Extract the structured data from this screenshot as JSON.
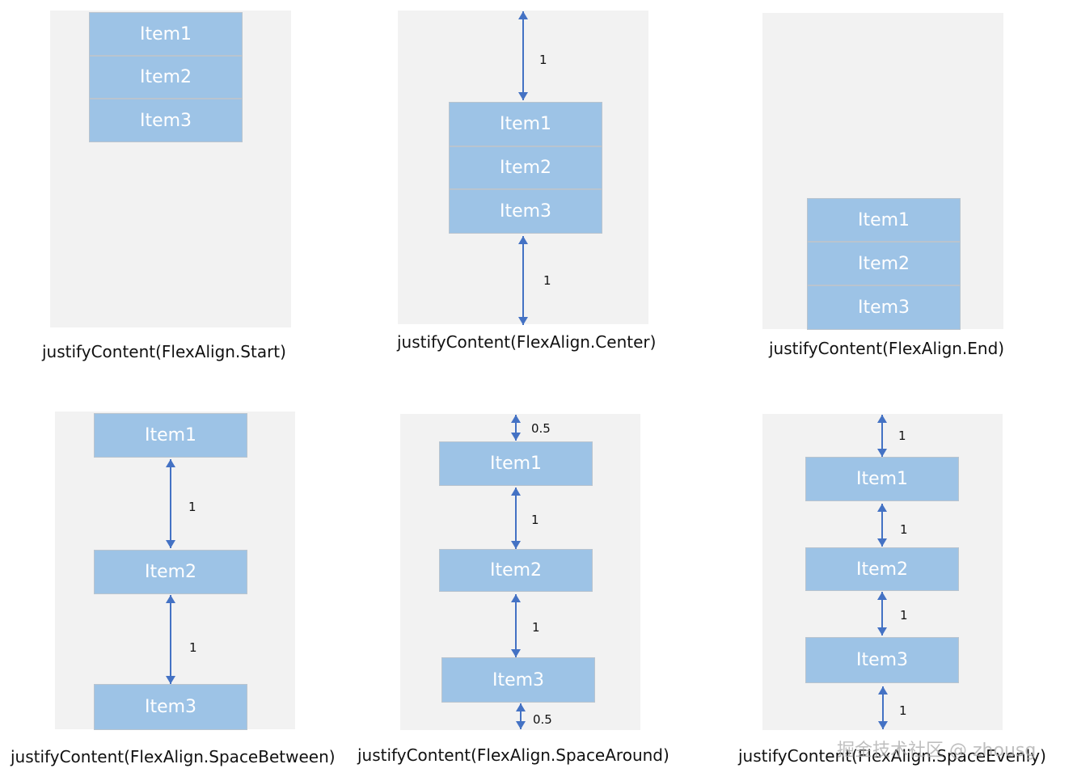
{
  "diagrams": [
    {
      "caption": "justifyContent(FlexAlign.Start)",
      "items": [
        "Item1",
        "Item2",
        "Item3"
      ],
      "gaps": []
    },
    {
      "caption": "justifyContent(FlexAlign.Center)",
      "items": [
        "Item1",
        "Item2",
        "Item3"
      ],
      "gaps": [
        "1",
        "1"
      ]
    },
    {
      "caption": "justifyContent(FlexAlign.End)",
      "items": [
        "Item1",
        "Item2",
        "Item3"
      ],
      "gaps": []
    },
    {
      "caption": "justifyContent(FlexAlign.SpaceBetween)",
      "items": [
        "Item1",
        "Item2",
        "Item3"
      ],
      "gaps": [
        "1",
        "1"
      ]
    },
    {
      "caption": "justifyContent(FlexAlign.SpaceAround)",
      "items": [
        "Item1",
        "Item2",
        "Item3"
      ],
      "gaps": [
        "0.5",
        "1",
        "1",
        "0.5"
      ]
    },
    {
      "caption": "justifyContent(FlexAlign.SpaceEvenly)",
      "items": [
        "Item1",
        "Item2",
        "Item3"
      ],
      "gaps": [
        "1",
        "1",
        "1",
        "1"
      ]
    }
  ],
  "watermark": "掘金技术社区 @ zhousg",
  "colors": {
    "item_fill": "#9dc3e6",
    "item_text": "#ffffff",
    "panel_bg": "#f2f2f2",
    "arrow": "#4472c4"
  }
}
